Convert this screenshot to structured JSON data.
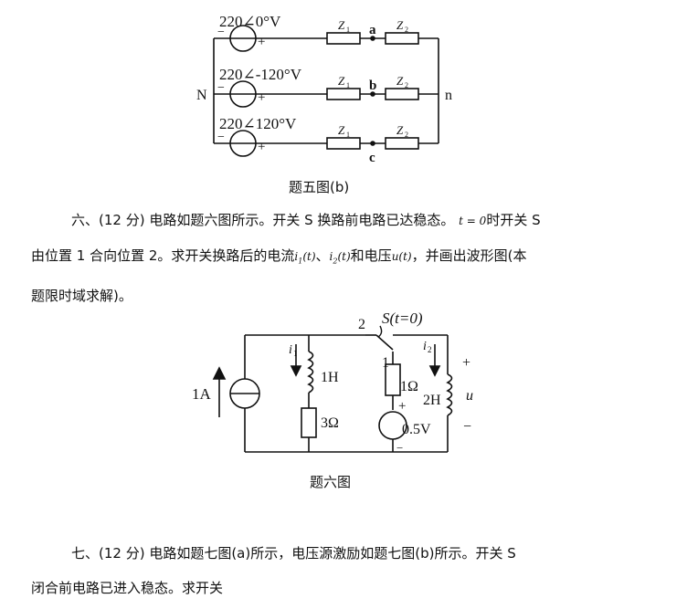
{
  "fig5b": {
    "sources": [
      {
        "label": "220∠0°V"
      },
      {
        "label": "220∠-120°V"
      },
      {
        "label": "220∠120°V"
      }
    ],
    "z1": "Z",
    "z1_sub": "1",
    "z2": "Z",
    "z2_sub": "2",
    "nodes": {
      "a": "a",
      "b": "b",
      "c": "c",
      "N": "N",
      "n": "n"
    },
    "minus": "−",
    "plus": "+",
    "caption": "题五图(b)"
  },
  "q6": {
    "line1_a": "六、(12 分)  电路如题六图所示。开关 S 换路前电路已达稳态。",
    "t0": "t = 0",
    "line1_b": "时开关 S",
    "line2_a": "由位置 1 合向位置 2。求开关换路后的电流",
    "i1t": "i",
    "i1t_sub": "1",
    "i1t_arg": "(t)",
    "sep": "、",
    "i2t": "i",
    "i2t_sub": "2",
    "i2t_arg": "(t)",
    "line2_b": "和电压",
    "ut": "u(t)",
    "line2_c": "，并画出波形图(本",
    "line3": "题限时域求解)。"
  },
  "fig6": {
    "current_source": "1A",
    "i1": "i",
    "i1_sub": "1",
    "l1": "1H",
    "r1": "3Ω",
    "switch_label": "S(t=0)",
    "pos2": "2",
    "pos1": "1",
    "r2": "1Ω",
    "vsrc": "0.5V",
    "i2": "i",
    "i2_sub": "2",
    "l2": "2H",
    "u": "u",
    "plus": "+",
    "minus": "−",
    "caption": "题六图"
  },
  "q7": {
    "line1": "七、(12 分)  电路如题七图(a)所示，电压源激励如题七图(b)所示。开关 S",
    "line2": "闭合前电路已进入稳态。求开关"
  }
}
